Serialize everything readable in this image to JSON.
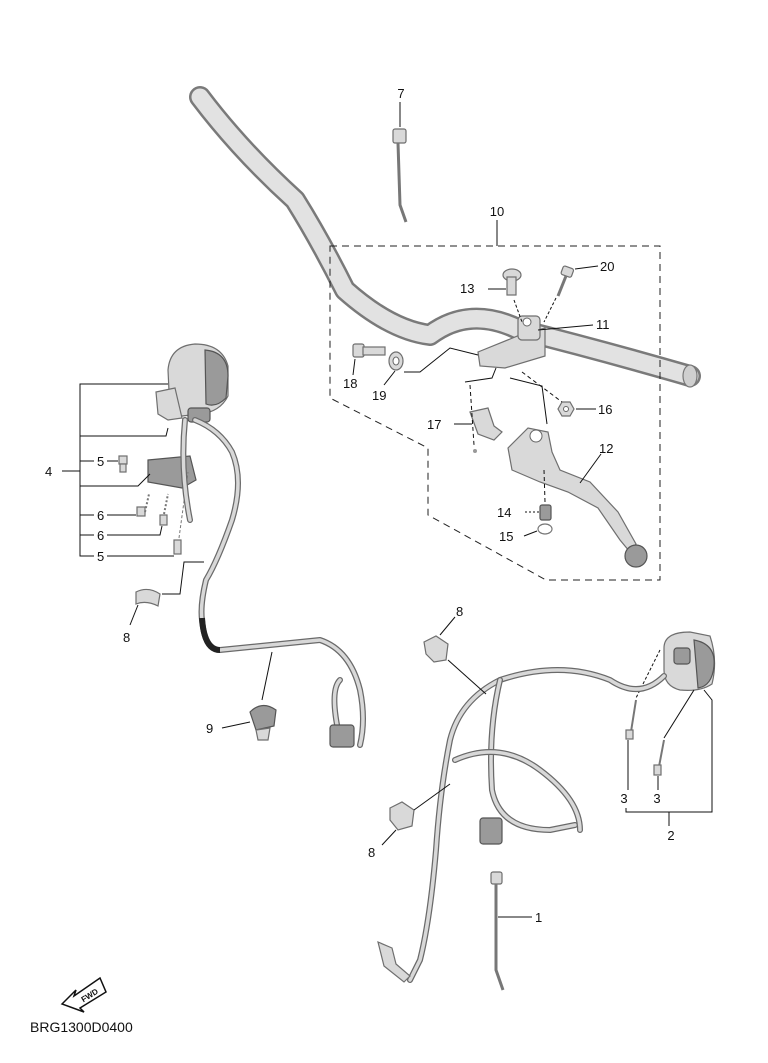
{
  "diagram_code": "BRG1300D0400",
  "fwd_label": "FWD",
  "callouts": {
    "c1": "1",
    "c2": "2",
    "c3a": "3",
    "c3b": "3",
    "c4": "4",
    "c5a": "5",
    "c5b": "5",
    "c6a": "6",
    "c6b": "6",
    "c7": "7",
    "c8a": "8",
    "c8b": "8",
    "c8c": "8",
    "c9": "9",
    "c10": "10",
    "c11": "11",
    "c12": "12",
    "c13": "13",
    "c14": "14",
    "c15": "15",
    "c16": "16",
    "c17": "17",
    "c18": "18",
    "c19": "19",
    "c20": "20"
  }
}
